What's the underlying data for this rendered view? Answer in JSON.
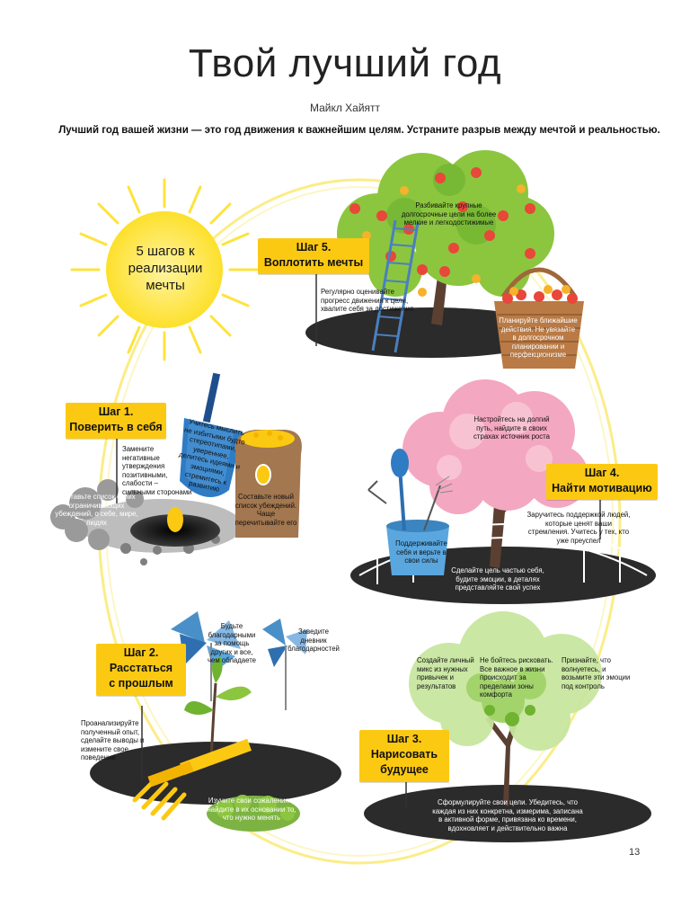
{
  "title": "Твой лучший год",
  "author": "Майкл Хайятт",
  "lead": "Лучший год вашей жизни — это год движения к важнейшим целям. Устраните разрыв между мечтой и реальностью.",
  "sun_text": "5 шагов к реализации мечты",
  "page_number": "13",
  "steps": {
    "step1": {
      "title": "Шаг 1.\nПоверить в себя",
      "notes": {
        "replace": "Замените негативные утверждения позитивными, слабости – сильными сторонами",
        "shovel": "Учитесь мыслить не избитыми будто стереотипами, увереннее, делитесь идеями и эмоциями, стремитесь к развитию",
        "bag": "Составьте новый список убеждений. Чаще перечитывайте его",
        "stones": "Составьте список своих ограничивающих убеждений, о себе, мире, людях"
      }
    },
    "step2": {
      "title": "Шаг 2.\nРасстаться\nс прошлым",
      "notes": {
        "thanks": "Будьте благодарными за помощь других и все, чем обладаете",
        "diary": "Заведите дневник благодарностей",
        "analyze": "Проанализируйте полученный опыт, сделайте выводы и измените свое поведение",
        "regrets": "Изучите свои сожаления и найдите в их основании то, что нужно менять"
      }
    },
    "step3": {
      "title": "Шаг 3.\nНарисовать\nбудущее",
      "notes": {
        "mix": "Создайте личный микс из нужных привычек и результатов",
        "fear": "Не бойтесь рисковать. Все важное в жизни происходит за пределами зоны комфорта",
        "admit": "Признайте, что волнуетесь, и возьмите эти эмоции под контроль",
        "formulate": "Сформулируйте свои цели. Убедитесь, что каждая из них конкретна, измерима, записана в активной форме, привязана ко времени, вдохновляет и действительно важна"
      }
    },
    "step4": {
      "title": "Шаг 4.\nНайти мотивацию",
      "notes": {
        "tune": "Настройтесь на долгий путь, найдите в своих страхах источник роста",
        "support": "Заручитесь поддержкой людей, которые ценят ваши стремления. Учитесь у тех, кто уже преуспел",
        "bucket": "Поддерживайте себя и верьте в свои силы",
        "joyful": "Сделайте цель частью себя, будите эмоции, в деталях представляйте свой успех"
      }
    },
    "step5": {
      "title": "Шаг 5.\nВоплотить мечты",
      "notes": {
        "split": "Разбивайте крупные долгосрочные цели на более мелкие и легкодостижимые",
        "evaluate": "Регулярно оценивайте прогресс движения к цели, хвалите себя за достижения",
        "plan": "Планируйте ближайшие действия. Не увязайте в долгосрочном планировании и перфекционизме"
      }
    }
  },
  "colors": {
    "accent": "#fcc912",
    "sun": "#fde02b",
    "leaf": "#8cc63f",
    "dark_leaf": "#5e9e2c",
    "blossom": "#f4a7c0",
    "ground": "#2b2b2b",
    "trunk": "#5b4032",
    "apple": "#e8473a",
    "blue": "#4a90c8"
  }
}
